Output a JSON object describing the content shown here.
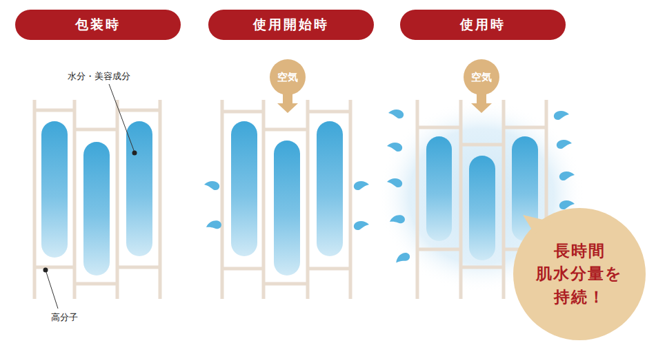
{
  "diagram": {
    "nodes": [
      {
        "text": [
          "包装時"
        ]
      },
      {
        "text": [
          "使用開始時"
        ]
      },
      {
        "text": [
          "使用時"
        ]
      },
      {
        "text": [
          "空気"
        ]
      },
      {
        "text": [
          "空気"
        ]
      },
      {
        "text": [
          "長時間 肌水分量を 持続！"
        ]
      }
    ],
    "labels": [
      "水分・美容成分",
      "高分子"
    ]
  }
}
